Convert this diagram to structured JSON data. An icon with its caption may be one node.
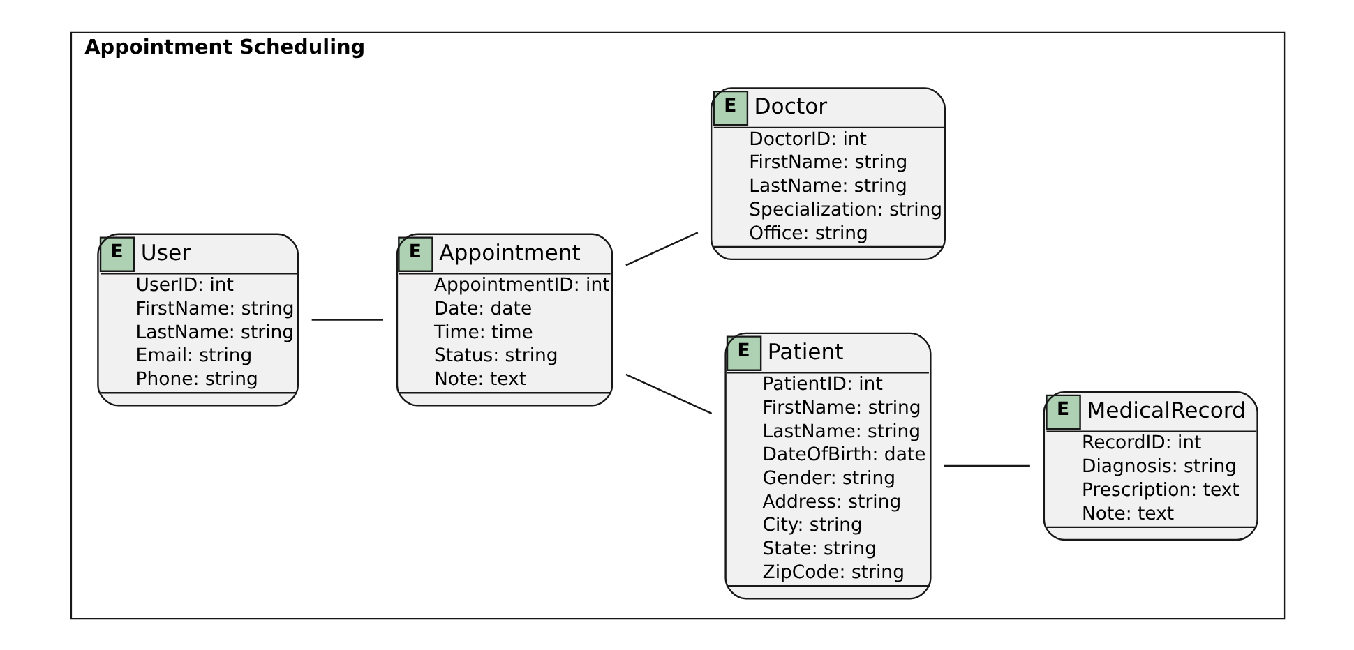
{
  "diagram": {
    "nodes": [
      {
        "text": [
          "Appointment Scheduling"
        ]
      },
      {
        "text": [
          "E",
          "User",
          "UserID: int",
          "FirstName: string",
          "LastName: string",
          "Email: string",
          "Phone: string"
        ],
        "in": 0
      },
      {
        "text": [
          "E",
          "Appointment",
          "AppointmentID: int",
          "Date: date",
          "Time: time",
          "Status: string",
          "Note: text"
        ],
        "in": 0
      },
      {
        "text": [
          "E",
          "Patient",
          "PatientID: int",
          "FirstName: string",
          "LastName: string",
          "DateOfBirth: date",
          "Gender: string",
          "Address: string",
          "City: string",
          "State: string",
          "ZipCode: string"
        ],
        "in": 0
      },
      {
        "text": [
          "E",
          "MedicalRecord",
          "RecordID: int",
          "Diagnosis: string",
          "Prescription: text",
          "Note: text"
        ],
        "in": 0
      },
      {
        "text": [
          "E",
          "Doctor",
          "DoctorID: int",
          "FirstName: string",
          "LastName: string",
          "Specialization: string",
          "Office: string"
        ],
        "in": 0
      }
    ],
    "edges": [
      {
        "from": 1,
        "to": 2,
        "arrow": "none"
      },
      {
        "from": 2,
        "to": 3,
        "arrow": "none"
      },
      {
        "from": 2,
        "to": 5,
        "arrow": "none"
      },
      {
        "from": 3,
        "to": 4,
        "arrow": "none"
      }
    ]
  }
}
